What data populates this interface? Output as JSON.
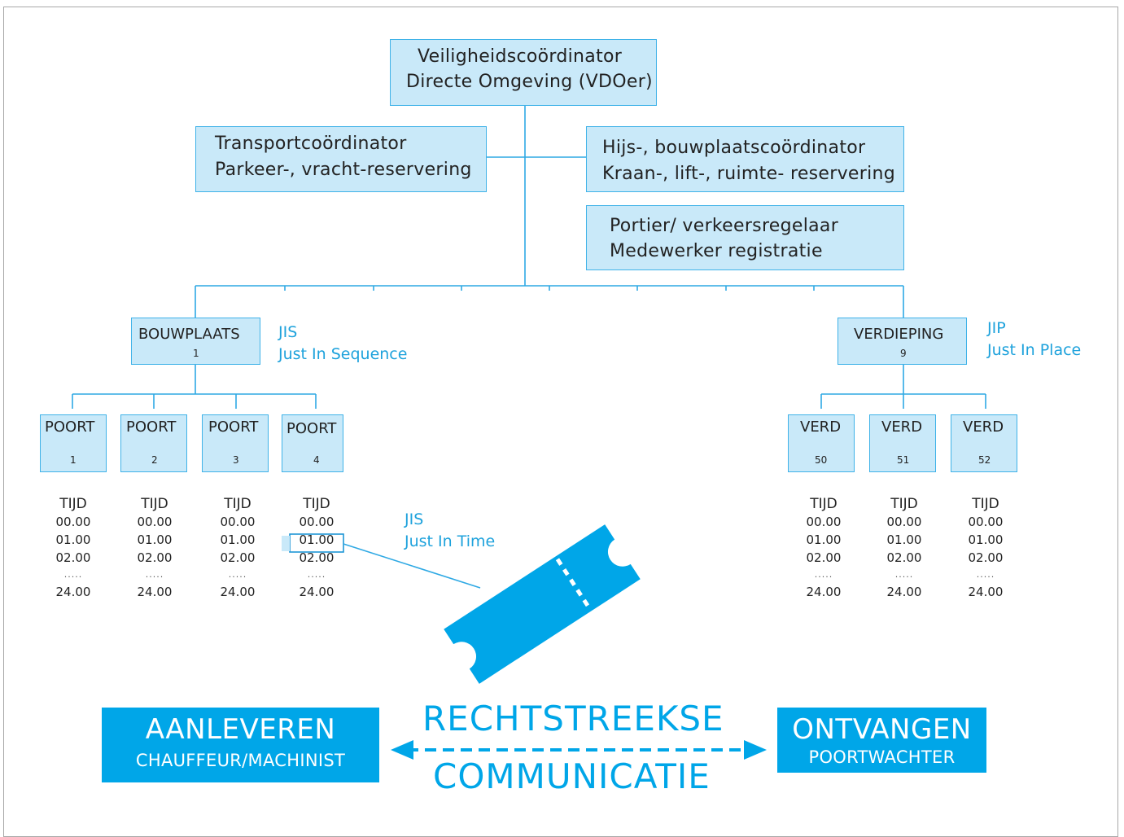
{
  "top": {
    "line1": "Veiligheidscoördinator",
    "line2": "Directe Omgeving (VDOer)"
  },
  "transport": {
    "line1": "Transportcoördinator",
    "line2": "Parkeer-, vracht-reservering"
  },
  "hijs": {
    "line1": "Hijs-, bouwplaatscoördinator",
    "line2": "Kraan-, lift-, ruimte- reservering"
  },
  "portier": {
    "line1": "Portier/ verkeersregelaar",
    "line2": "Medewerker registratie"
  },
  "bouwplaats": {
    "label": "BOUWPLAATS",
    "number": "1",
    "tag": "JIS",
    "tag_full": "Just In Sequence"
  },
  "verdieping": {
    "label": "VERDIEPING",
    "number": "9",
    "tag": "JIP",
    "tag_full": "Just In Place"
  },
  "poorten": [
    {
      "label": "POORT",
      "number": "1"
    },
    {
      "label": "POORT",
      "number": "2"
    },
    {
      "label": "POORT",
      "number": "3"
    },
    {
      "label": "POORT",
      "number": "4"
    }
  ],
  "verds": [
    {
      "label": "VERD",
      "number": "50"
    },
    {
      "label": "VERD",
      "number": "51"
    },
    {
      "label": "VERD",
      "number": "52"
    }
  ],
  "schedule": {
    "header": "TIJD",
    "t1": "00.00",
    "t2": "01.00",
    "t3": "02.00",
    "dots": ".....",
    "t4": "24.00"
  },
  "jit": {
    "tag": "JIS",
    "tag_full": "Just In Time"
  },
  "aanleveren": {
    "title": "AANLEVEREN",
    "sub": "CHAUFFEUR/MACHINIST"
  },
  "ontvangen": {
    "title": "ONTVANGEN",
    "sub": "POORTWACHTER"
  },
  "communicatie": {
    "line1": "RECHTSTREEKSE",
    "line2": "COMMUNICATIE"
  },
  "colors": {
    "accent": "#00a6e8",
    "box_fill": "#c9e9f9",
    "box_border": "#3fb2e8",
    "label_blue": "#1ea2dc"
  },
  "icons": {
    "ticket": "ticket-icon",
    "arrow": "double-arrow-icon"
  }
}
